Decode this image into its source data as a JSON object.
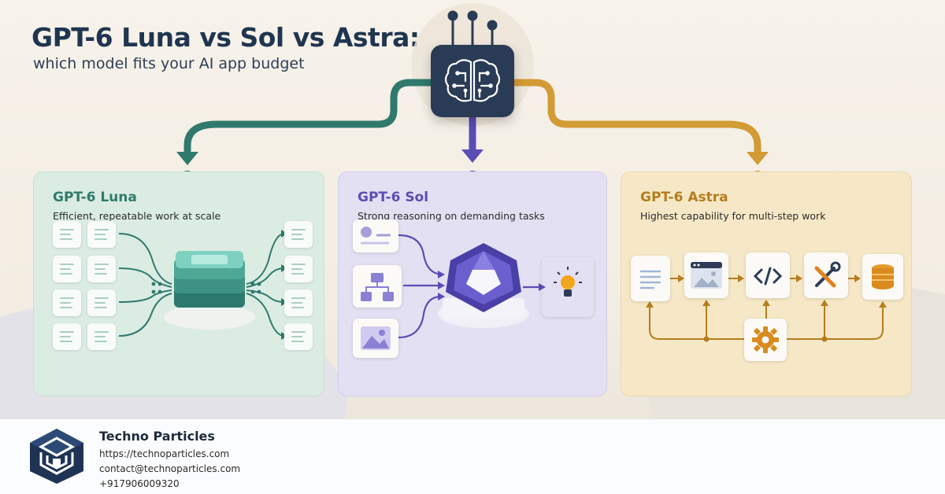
{
  "header": {
    "title": "GPT-6 Luna vs Sol vs Astra:",
    "subtitle": "which model fits your AI app budget"
  },
  "models": [
    {
      "name": "GPT-6 Luna",
      "description": "Efficient, repeatable work at scale",
      "color": "#2f7a6c",
      "panel_color": "#dbece3"
    },
    {
      "name": "GPT-6 Sol",
      "description": "Strong reasoning on demanding tasks",
      "color": "#5b4db5",
      "panel_color": "#e4e0f3"
    },
    {
      "name": "GPT-6 Astra",
      "description": "Highest capability for multi-step work",
      "color": "#b57d1e",
      "panel_color": "#f6e8c6"
    }
  ],
  "icons": {
    "hub": "brain-chip-icon",
    "luna": [
      "document-icon",
      "stacked-layers-icon"
    ],
    "sol": [
      "profile-card-icon",
      "flowchart-icon",
      "image-icon",
      "crystal-gem-icon",
      "lightbulb-icon"
    ],
    "astra": [
      "document-icon",
      "browser-window-icon",
      "code-icon",
      "tools-icon",
      "database-icon",
      "gear-icon"
    ]
  },
  "footer": {
    "company": "Techno Particles",
    "website": "https://technoparticles.com",
    "email": "contact@technoparticles.com",
    "phone": "+917906009320"
  }
}
